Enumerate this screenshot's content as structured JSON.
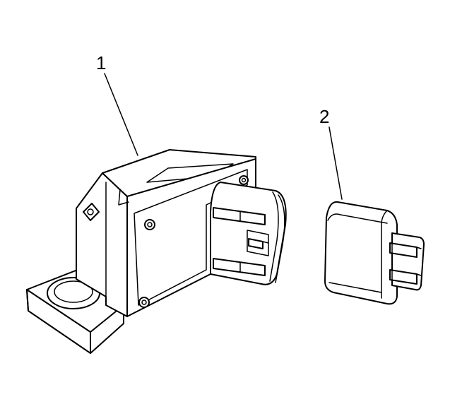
{
  "diagram": {
    "callouts": [
      {
        "id": "1",
        "label": "1"
      },
      {
        "id": "2",
        "label": "2"
      }
    ],
    "colors": {
      "line": "#000000",
      "background": "#ffffff"
    }
  }
}
